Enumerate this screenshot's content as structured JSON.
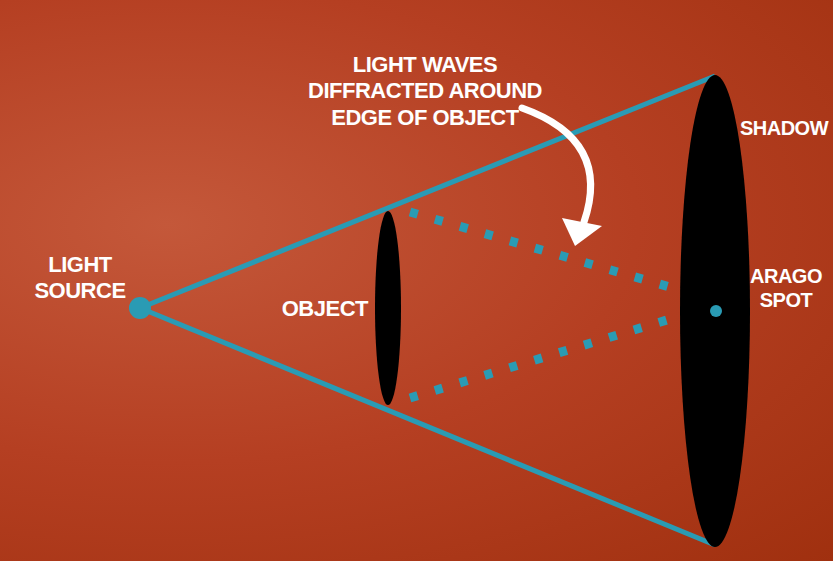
{
  "diagram": {
    "labels": [
      "LIGHT WAVES DIFFRACTED AROUND EDGE OF OBJECT",
      "LIGHT SOURCE",
      "OBJECT",
      "SHADOW",
      "ARAGO SPOT"
    ]
  }
}
